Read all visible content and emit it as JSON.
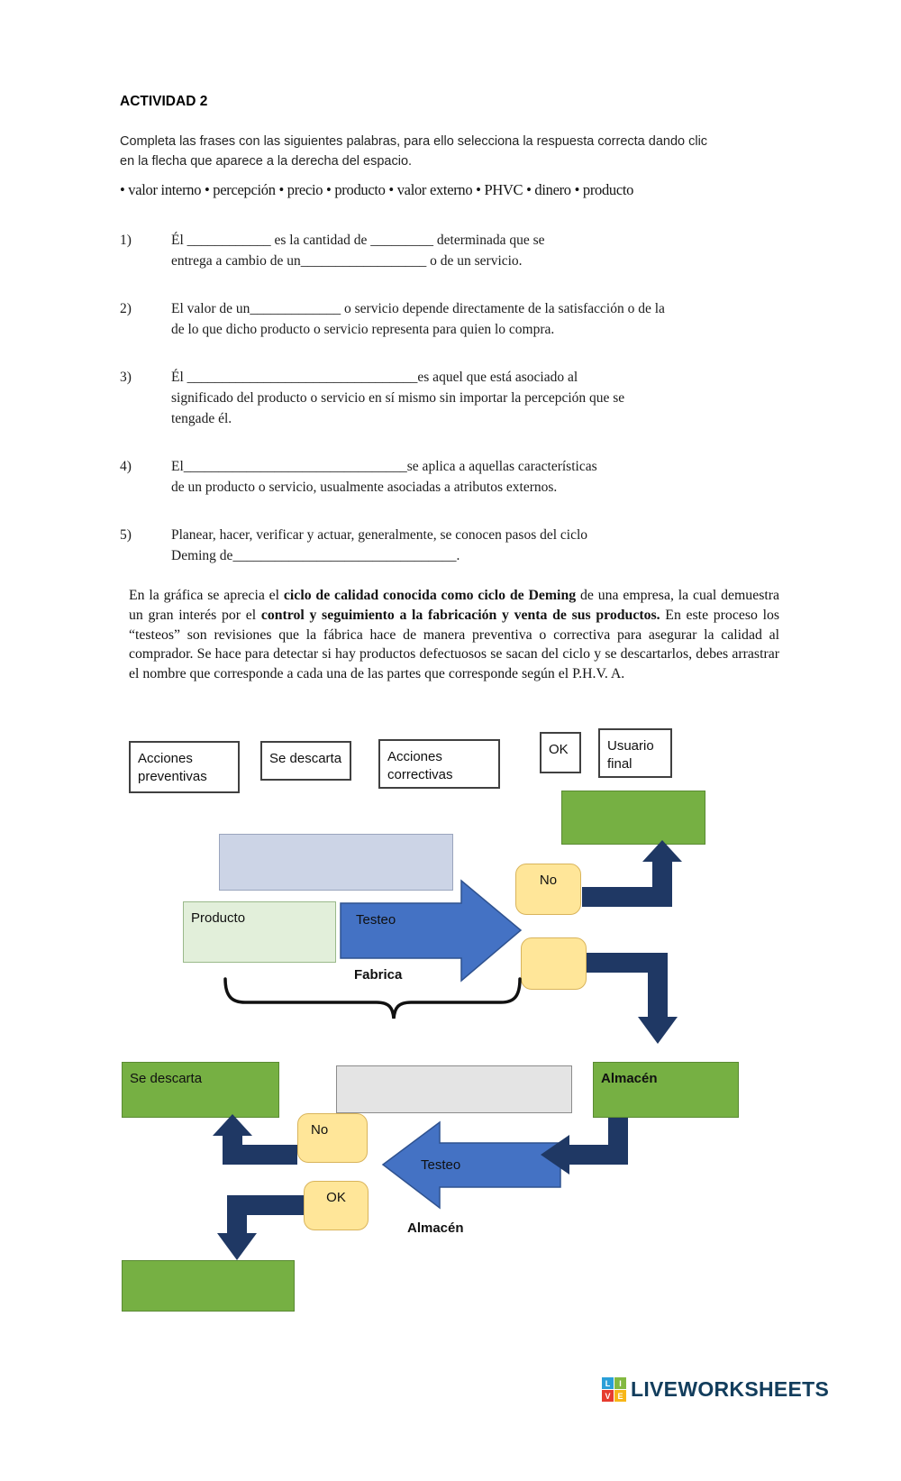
{
  "colors": {
    "green": "#76b043",
    "green-border": "#5a8a33",
    "yellow": "#ffe699",
    "yellow-border": "#d9b45b",
    "blue-arrow": "#4472c4",
    "blue-arrow-border": "#2f528f",
    "navy": "#1f3864",
    "bluegray-box": "#ccd4e6",
    "bluegray-border": "#9aa5bd",
    "gray-box": "#e4e4e4",
    "gray-border": "#8c8c8c",
    "lightgreen-box": "#e2efda",
    "lightgreen-border": "#9ab98a",
    "label-border": "#404040",
    "brand": "#123d5c"
  },
  "header": {
    "title": "ACTIVIDAD 2",
    "instructions": "Completa las frases con las siguientes palabras, para ello selecciona la respuesta correcta dando clic en la flecha que aparece a la derecha del espacio."
  },
  "word_bank": {
    "words": [
      "valor interno",
      "percepción",
      "precio",
      "producto",
      "valor externo",
      "PHVC",
      "dinero",
      "producto"
    ]
  },
  "questions": [
    {
      "number": "1)",
      "lines": [
        "Él ____________ es la cantidad de _________  determinada que se",
        "entrega a cambio de un__________________ o de un servicio."
      ]
    },
    {
      "number": "2)",
      "lines": [
        "El valor de un_____________ o servicio depende directamente de la satisfacción o de la",
        "de lo que dicho producto o servicio representa para quien lo compra."
      ]
    },
    {
      "number": "3)",
      "lines": [
        "Él _________________________________es aquel que está asociado al",
        "significado del producto o servicio en sí mismo sin importar la percepción que se",
        "tengade él."
      ]
    },
    {
      "number": "4)",
      "lines": [
        "El________________________________se aplica a aquellas características",
        "de un producto o servicio, usualmente asociadas a atributos externos."
      ]
    },
    {
      "number": "5)",
      "lines": [
        "Planear, hacer, verificar y actuar, generalmente, se conocen pasos del ciclo",
        "Deming de________________________________."
      ]
    }
  ],
  "paragraph": {
    "seg1": "En la gráfica se aprecia el ",
    "seg2": "ciclo de calidad conocida como ciclo de Deming",
    "seg3": " de una empresa, la cual demuestra un gran interés por el ",
    "seg4": "control y seguimiento a la fabricación y venta de sus productos.",
    "seg5": " En este proceso los “testeos” son revisiones que la fábrica hace de manera preventiva o correctiva para asegurar la calidad al comprador. Se hace para detectar si hay productos defectuosos se sacan del ciclo y se descartarlos, debes arrastrar el nombre que corresponde a cada una de las partes que corresponde según el P.H.V. A."
  },
  "diagram": {
    "drag_labels": {
      "acciones_preventivas": "Acciones preventivas",
      "se_descarta": "Se descarta",
      "acciones_correctivas": "Acciones correctivas",
      "ok": "OK",
      "usuario_final": "Usuario final"
    },
    "producto": "Producto",
    "testeo_top": "Testeo",
    "no_top": "No",
    "fabrica": "Fabrica",
    "se_descarta_green": "Se descarta",
    "almacen_green": "Almacén",
    "no_bottom": "No",
    "testeo_bottom": "Testeo",
    "ok_bottom": "OK",
    "almacen_caption": "Almacén"
  },
  "footer": {
    "logo_letters": [
      "L",
      "I",
      "V",
      "E"
    ],
    "logo_colors": [
      "#2a9fd8",
      "#83b941",
      "#e63c2f",
      "#f7b617"
    ],
    "brand": "LIVEWORKSHEETS"
  }
}
